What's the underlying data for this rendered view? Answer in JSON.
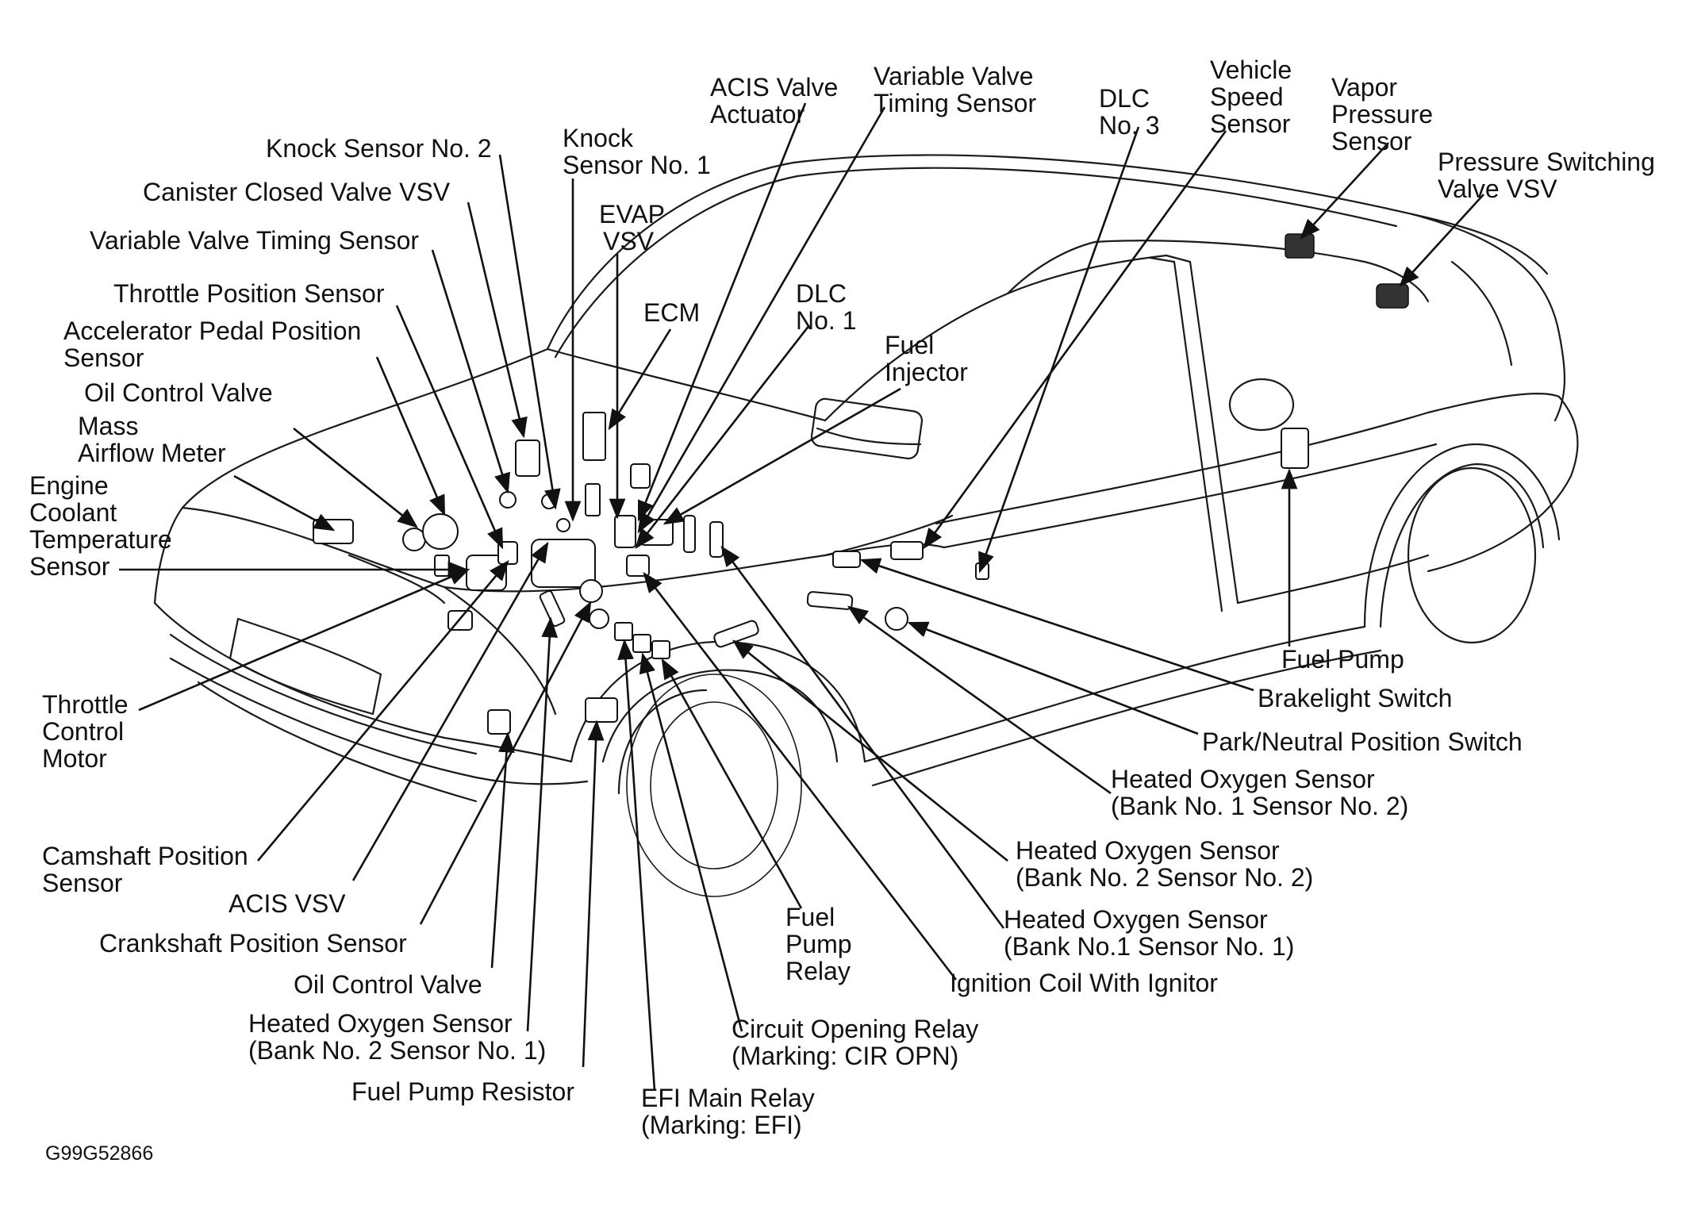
{
  "figure": {
    "id": "G99G52866",
    "labels": {
      "acis_valve_actuator": [
        "ACIS Valve",
        "Actuator"
      ],
      "vvt_sensor_top": [
        "Variable Valve",
        "Timing Sensor"
      ],
      "dlc3": [
        "DLC",
        "No. 3"
      ],
      "vehicle_speed_sensor": [
        "Vehicle",
        "Speed",
        "Sensor"
      ],
      "vapor_pressure_sensor": [
        "Vapor",
        "Pressure",
        "Sensor"
      ],
      "pressure_switching_vsv": [
        "Pressure Switching",
        "Valve VSV"
      ],
      "knock_sensor_2": [
        "Knock Sensor No. 2"
      ],
      "knock_sensor_1": [
        "Knock",
        "Sensor No. 1"
      ],
      "canister_closed_vsv": [
        "Canister Closed Valve VSV"
      ],
      "evap_vsv": [
        "EVAP",
        "VSV"
      ],
      "vvt_sensor_left": [
        "Variable Valve Timing Sensor"
      ],
      "throttle_position_sensor": [
        "Throttle Position Sensor"
      ],
      "ecm": [
        "ECM"
      ],
      "dlc1": [
        "DLC",
        "No. 1"
      ],
      "accelerator_pedal_sensor": [
        "Accelerator Pedal Position",
        "Sensor"
      ],
      "fuel_injector": [
        "Fuel",
        "Injector"
      ],
      "oil_control_valve_top": [
        "Oil Control  Valve"
      ],
      "mass_airflow_meter": [
        "Mass",
        "Airflow Meter"
      ],
      "engine_coolant_temp_sensor": [
        "Engine",
        "Coolant",
        "Temperature",
        "Sensor"
      ],
      "fuel_pump": [
        "Fuel Pump"
      ],
      "brakelight_switch": [
        "Brakelight Switch"
      ],
      "throttle_control_motor": [
        "Throttle",
        "Control",
        "Motor"
      ],
      "park_neutral_switch": [
        "Park/Neutral Position Switch"
      ],
      "hos_b1s2": [
        "Heated Oxygen Sensor",
        "(Bank No. 1 Sensor No. 2)"
      ],
      "camshaft_position_sensor": [
        "Camshaft Position",
        "Sensor"
      ],
      "hos_b2s2": [
        "Heated Oxygen Sensor",
        "(Bank No. 2 Sensor No. 2)"
      ],
      "acis_vsv": [
        "ACIS VSV"
      ],
      "fuel_pump_relay": [
        "Fuel",
        "Pump",
        "Relay"
      ],
      "hos_b1s1": [
        "Heated Oxygen Sensor",
        "(Bank No.1 Sensor No. 1)"
      ],
      "crankshaft_position_sensor": [
        "Crankshaft Position Sensor"
      ],
      "ignition_coil": [
        "Ignition Coil With Ignitor"
      ],
      "oil_control_valve_bottom": [
        "Oil Control Valve"
      ],
      "hos_b2s1": [
        "Heated Oxygen Sensor",
        "(Bank No. 2 Sensor No. 1)"
      ],
      "circuit_opening_relay": [
        "Circuit Opening Relay",
        "(Marking: CIR OPN)"
      ],
      "fuel_pump_resistor": [
        "Fuel Pump Resistor"
      ],
      "efi_main_relay": [
        "EFI Main Relay",
        "(Marking: EFI)"
      ]
    }
  }
}
